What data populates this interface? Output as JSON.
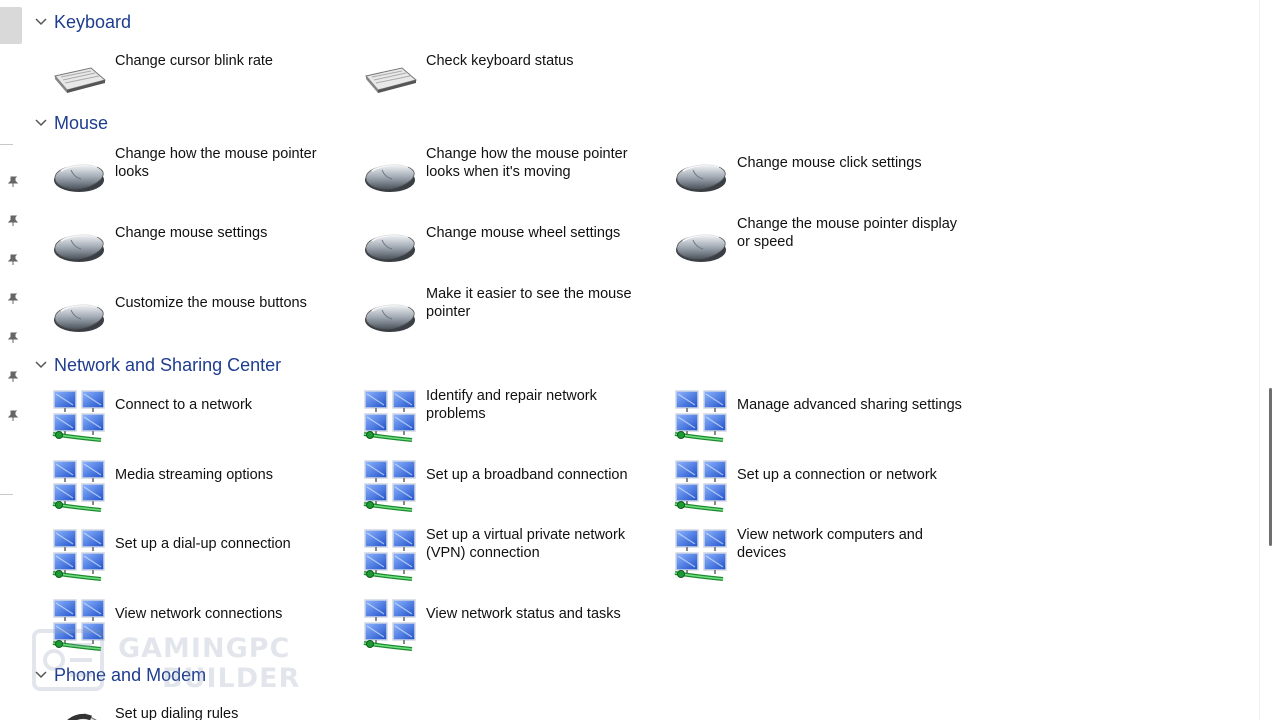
{
  "groups": [
    {
      "title": "Keyboard",
      "icon": "keyboard-icon",
      "tasks": [
        {
          "label": "Change cursor blink rate"
        },
        {
          "label": "Check keyboard status"
        }
      ]
    },
    {
      "title": "Mouse",
      "icon": "mouse-icon",
      "tasks": [
        {
          "label": "Change how the mouse pointer looks"
        },
        {
          "label": "Change how the mouse pointer looks when it's moving"
        },
        {
          "label": "Change mouse click settings"
        },
        {
          "label": "Change mouse settings"
        },
        {
          "label": "Change mouse wheel settings"
        },
        {
          "label": "Change the mouse pointer display or speed"
        },
        {
          "label": "Customize the mouse buttons"
        },
        {
          "label": "Make it easier to see the mouse pointer"
        }
      ]
    },
    {
      "title": "Network and Sharing Center",
      "icon": "network-icon",
      "tasks": [
        {
          "label": "Connect to a network"
        },
        {
          "label": "Identify and repair network problems"
        },
        {
          "label": "Manage advanced sharing settings"
        },
        {
          "label": "Media streaming options"
        },
        {
          "label": "Set up a broadband connection"
        },
        {
          "label": "Set up a connection or network"
        },
        {
          "label": "Set up a dial-up connection"
        },
        {
          "label": "Set up a virtual private network (VPN) connection"
        },
        {
          "label": "View network computers and devices"
        },
        {
          "label": "View network connections"
        },
        {
          "label": "View network status and tasks"
        }
      ]
    },
    {
      "title": "Phone and Modem",
      "icon": "phone-icon",
      "tasks": [
        {
          "label": "Set up dialing rules"
        }
      ]
    }
  ],
  "watermark": {
    "line1": "GAMINGPC",
    "line2": "BUILDER"
  },
  "colors": {
    "header": "#1e3d8f",
    "text": "#111111",
    "scroll_thumb": "#6f6f6f"
  }
}
